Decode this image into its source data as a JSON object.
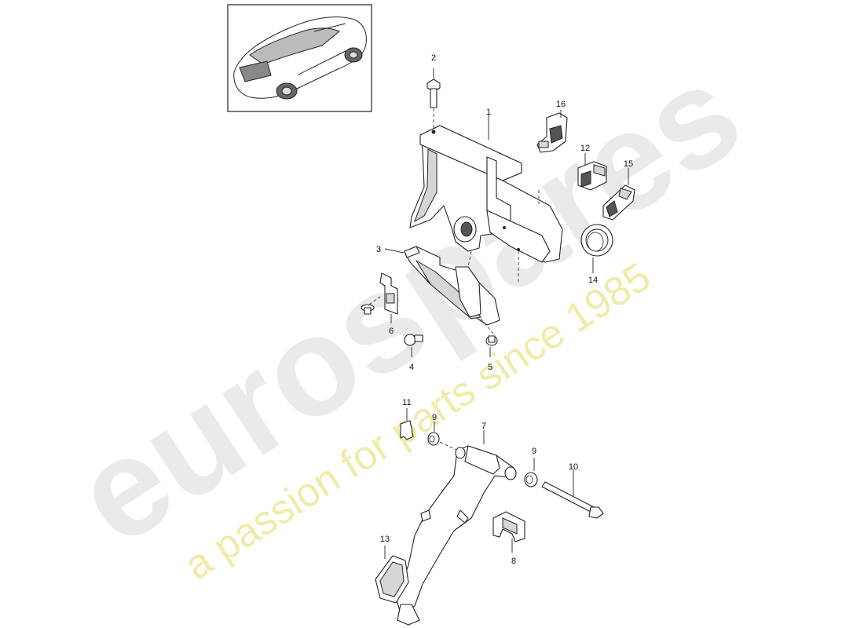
{
  "watermark": {
    "brand": "eurospares",
    "tagline": "a passion for parts since 1985"
  },
  "callouts": [
    {
      "id": "c1",
      "label": "1"
    },
    {
      "id": "c2",
      "label": "2"
    },
    {
      "id": "c3",
      "label": "3"
    },
    {
      "id": "c4",
      "label": "4"
    },
    {
      "id": "c5",
      "label": "5"
    },
    {
      "id": "c6",
      "label": "6"
    },
    {
      "id": "c7",
      "label": "7"
    },
    {
      "id": "c8",
      "label": "8"
    },
    {
      "id": "c9a",
      "label": "9"
    },
    {
      "id": "c9b",
      "label": "9"
    },
    {
      "id": "c10",
      "label": "10"
    },
    {
      "id": "c11",
      "label": "11"
    },
    {
      "id": "c12",
      "label": "12"
    },
    {
      "id": "c13",
      "label": "13"
    },
    {
      "id": "c14",
      "label": "14"
    },
    {
      "id": "c15",
      "label": "15"
    },
    {
      "id": "c16",
      "label": "16"
    }
  ]
}
